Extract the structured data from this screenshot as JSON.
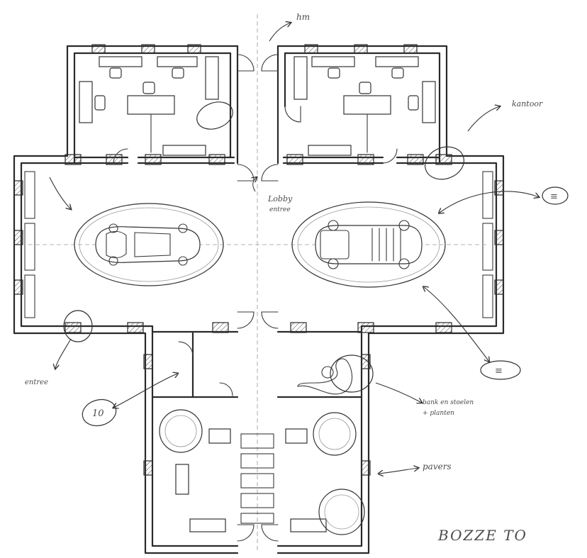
{
  "annotations": {
    "top_label": "hm",
    "right_office_label": "kantoor",
    "lobby_label": "Lobby",
    "lobby_sublabel": "entree",
    "right_circle_label": "≡",
    "right_circle_label_2": "≡",
    "left_bottom_label": "entree",
    "left_circle_number": "10",
    "courtyard_note_line1": "bank en stoelen",
    "courtyard_note_line2": "+ planten",
    "pavers_label": "pavers",
    "signature": "BOZZE TO"
  },
  "colors": {
    "ink": "#2a2a2a",
    "paper": "#ffffff",
    "pencil": "#9a9a9a"
  }
}
